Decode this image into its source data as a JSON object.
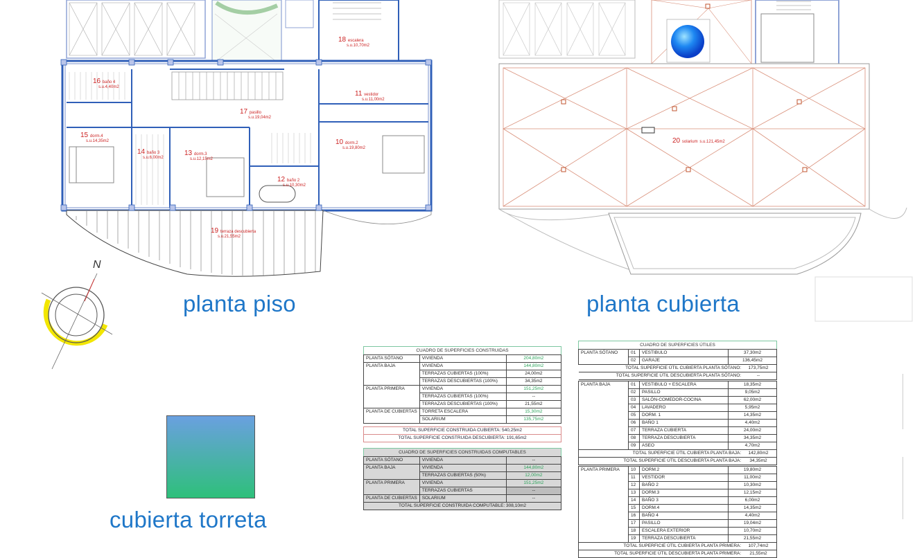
{
  "titles": {
    "planta_piso": "planta piso",
    "planta_cubierta": "planta cubierta",
    "cubierta_torreta": "cubierta torreta"
  },
  "compass": {
    "north": "N"
  },
  "rooms_piso": [
    {
      "num": "18",
      "name": "escalera",
      "area": "s.u.10,70m2"
    },
    {
      "num": "16",
      "name": "baño 4",
      "area": "s.u.4,40m2"
    },
    {
      "num": "11",
      "name": "vestidor",
      "area": "s.u.11,00m2"
    },
    {
      "num": "17",
      "name": "pasillo",
      "area": "s.u.19,04m2"
    },
    {
      "num": "15",
      "name": "dorm.4",
      "area": "s.u.14,35m2"
    },
    {
      "num": "14",
      "name": "baño 3",
      "area": "s.u.6,00m2"
    },
    {
      "num": "13",
      "name": "dorm.3",
      "area": "s.u.12,15m2"
    },
    {
      "num": "10",
      "name": "dorm.2",
      "area": "s.u.19,80m2"
    },
    {
      "num": "12",
      "name": "baño 2",
      "area": "s.u.10,30m2"
    },
    {
      "num": "19",
      "name": "terraza descubierta",
      "area": "s.u.21,55m2"
    }
  ],
  "rooms_cubierta": [
    {
      "num": "20",
      "name": "solarium",
      "area": "s.u.121,45m2"
    }
  ],
  "table_construidas": {
    "title": "CUADRO DE SUPERFICIES CONSTRUIDAS",
    "rows": [
      {
        "floor": "PLANTA SÓTANO",
        "item": "VIVIENDA",
        "value": "204,80m2"
      },
      {
        "floor": "PLANTA BAJA",
        "item": "VIVIENDA",
        "value": "144,80m2"
      },
      {
        "floor": "",
        "item": "TERRAZAS CUBIERTAS (100%)",
        "value": "24,00m2"
      },
      {
        "floor": "",
        "item": "TERRAZAS DESCUBIERTAS (100%)",
        "value": "34,35m2"
      },
      {
        "floor": "PLANTA PRIMERA",
        "item": "VIVIENDA",
        "value": "151,25m2"
      },
      {
        "floor": "",
        "item": "TERRAZAS CUBIERTAS (100%)",
        "value": "--"
      },
      {
        "floor": "",
        "item": "TERRAZAS DESCUBIERTAS (100%)",
        "value": "21,55m2"
      },
      {
        "floor": "PLANTA DE CUBIERTAS",
        "item": "TORRETA ESCALERA",
        "value": "15,30m2"
      },
      {
        "floor": "",
        "item": "SOLARIUM",
        "value": "135,75m2"
      }
    ],
    "total_cubierta": "TOTAL SUPERFICIE CONSTRUIDA CUBIERTA: 540,25m2",
    "total_descubierta": "TOTAL SUPERFICIE CONSTRUIDA DESCUBIERTA: 191,65m2"
  },
  "table_computables": {
    "title": "CUADRO DE SUPERFICIES CONSTRUIDAS COMPUTABLES",
    "rows": [
      {
        "floor": "PLANTA SÓTANO",
        "item": "VIVIENDA",
        "value": "--"
      },
      {
        "floor": "PLANTA BAJA",
        "item": "VIVIENDA",
        "value": "144,80m2"
      },
      {
        "floor": "",
        "item": "TERRAZAS CUBIERTAS (50%)",
        "value": "12,00m2"
      },
      {
        "floor": "PLANTA PRIMERA",
        "item": "VIVIENDA",
        "value": "151,25m2"
      },
      {
        "floor": "",
        "item": "TERRAZAS CUBIERTAS",
        "value": "--"
      },
      {
        "floor": "PLANTA DE CUBIERTAS",
        "item": "SOLARIUM",
        "value": "--"
      }
    ],
    "total": "TOTAL SUPERFICIE CONSTRUIDA COMPUTABLE: 308,10m2"
  },
  "table_utiles": {
    "title": "CUADRO DE SUPERFICIES ÚTILES",
    "sotano": {
      "floor": "PLANTA SÓTANO",
      "rows": [
        {
          "n": "01",
          "item": "VESTIBULO",
          "value": "37,30m2"
        },
        {
          "n": "02",
          "item": "GARAJE",
          "value": "136,45m2"
        }
      ],
      "total_cubierta": "TOTAL SUPERFICIE ÚTIL CUBIERTA PLANTA SÓTANO:",
      "total_cubierta_value": "173,75m2",
      "total_descubierta": "TOTAL SUPERFICIE ÚTIL DESCUBIERTA PLANTA SÓTANO:",
      "total_descubierta_value": "--"
    },
    "baja": {
      "floor": "PLANTA BAJA",
      "rows": [
        {
          "n": "01",
          "item": "VESTIBULO + ESCALERA",
          "value": "18,35m2"
        },
        {
          "n": "02",
          "item": "PASILLO",
          "value": "9,05m2"
        },
        {
          "n": "03",
          "item": "SALÓN-COMEDOR-COCINA",
          "value": "62,00m2"
        },
        {
          "n": "04",
          "item": "LAVADERO",
          "value": "5,95m2"
        },
        {
          "n": "05",
          "item": "DORM. 1",
          "value": "14,35m2"
        },
        {
          "n": "06",
          "item": "BAÑO 1",
          "value": "4,40m2"
        },
        {
          "n": "07",
          "item": "TERRAZA CUBIERTA",
          "value": "24,00m2"
        },
        {
          "n": "08",
          "item": "TERRAZA DESCUBIERTA",
          "value": "34,35m2"
        },
        {
          "n": "09",
          "item": "ASEO",
          "value": "4,70m2"
        }
      ],
      "total_cubierta": "TOTAL SUPERFICIE ÚTIL CUBIERTA PLANTA BAJA:",
      "total_cubierta_value": "142,80m2",
      "total_descubierta": "TOTAL SUPERFICIE ÚTIL DESCUBIERTA PLANTA BAJA:",
      "total_descubierta_value": "34,35m2"
    },
    "primera": {
      "floor": "PLANTA PRIMERA",
      "rows": [
        {
          "n": "10",
          "item": "DORM.2",
          "value": "19,80m2"
        },
        {
          "n": "11",
          "item": "VESTIDOR",
          "value": "11,00m2"
        },
        {
          "n": "12",
          "item": "BAÑO 2",
          "value": "10,30m2"
        },
        {
          "n": "13",
          "item": "DORM.3",
          "value": "12,15m2"
        },
        {
          "n": "14",
          "item": "BAÑO 3",
          "value": "6,00m2"
        },
        {
          "n": "15",
          "item": "DORM.4",
          "value": "14,35m2"
        },
        {
          "n": "16",
          "item": "BAÑO 4",
          "value": "4,40m2"
        },
        {
          "n": "17",
          "item": "PASILLO",
          "value": "19,04m2"
        },
        {
          "n": "18",
          "item": "ESCALERA EXTERIOR",
          "value": "10,70m2"
        },
        {
          "n": "19",
          "item": "TERRAZA DESCUBIERTA",
          "value": "21,55m2"
        }
      ],
      "total_cubierta": "TOTAL SUPERFICIE ÚTIL CUBIERTA PLANTA PRIMERA:",
      "total_cubierta_value": "107,74m2",
      "total_descubierta": "TOTAL SUPERFICIE ÚTIL DESCUBIERTA PLANTA PRIMERA:",
      "total_descubierta_value": "21,55m2"
    }
  },
  "colors": {
    "wall": "#8fa3d6",
    "wall_dark": "#2f5fb8",
    "title": "#1f77c8",
    "room_label": "#cc2222",
    "solarium_grid": "#d9907a",
    "torreta_top": "#6aa0e0",
    "torreta_bottom": "#2ec07a",
    "terrace_hatch": "#555555",
    "compass_yellow": "#f2e600"
  }
}
